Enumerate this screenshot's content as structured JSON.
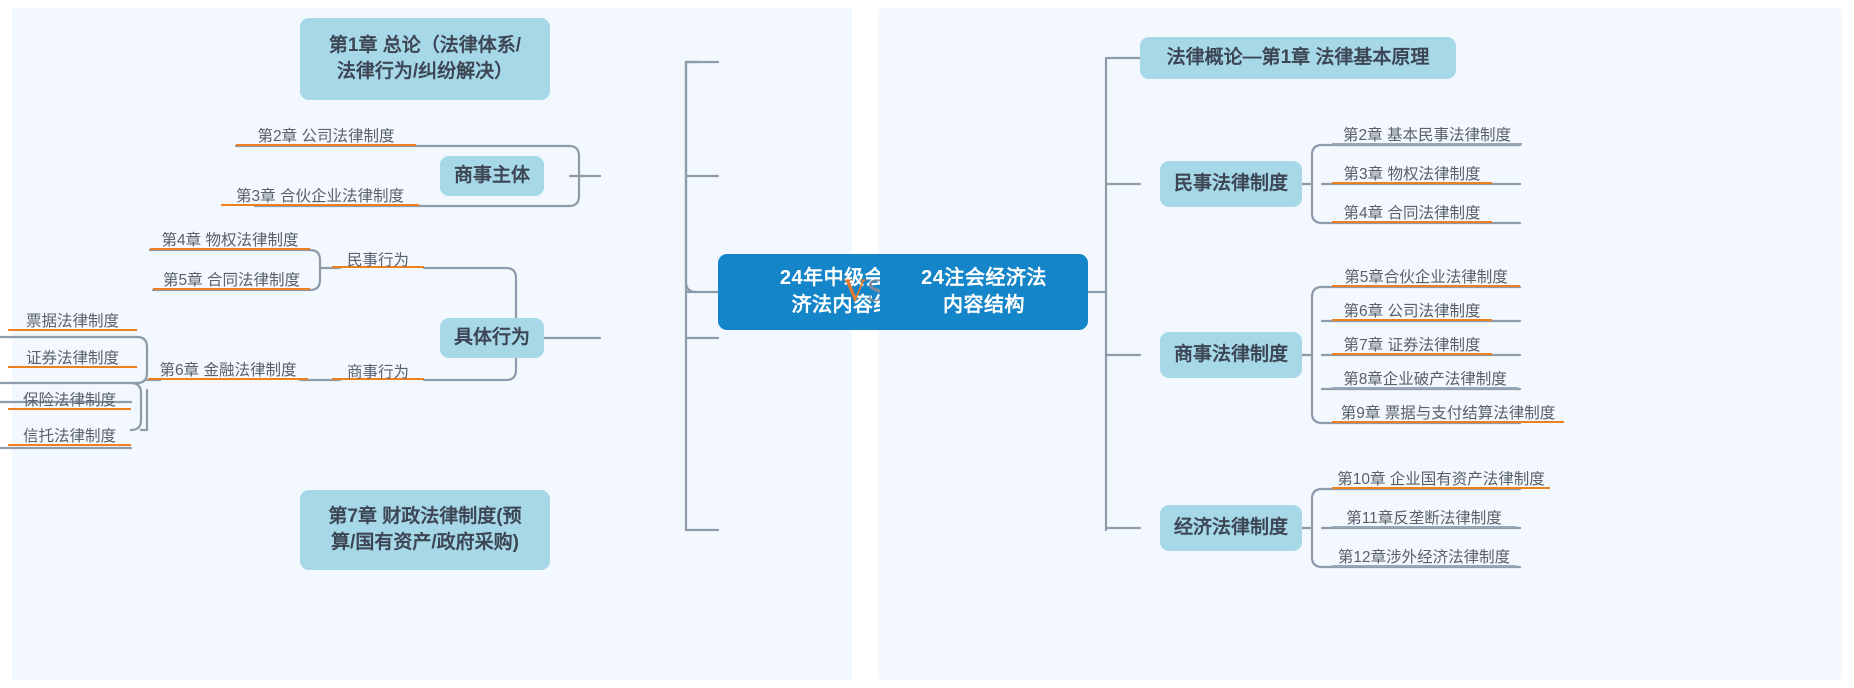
{
  "comparison": {
    "vs_label": "VS",
    "vs_v": "V",
    "vs_s": "S",
    "vs_color_v": "#e8792a",
    "vs_color_s": "#7f8b9c"
  },
  "colors": {
    "panel_bg": "#f2f8fd",
    "root_bg": "#1485c8",
    "root_text": "#ffffff",
    "branch_bg": "#a6d8e8",
    "branch_text": "#3d4654",
    "leaf_text": "#595f6b",
    "underline_orange": "#ef7f1f",
    "underline_gray": "#9aa7b6",
    "wire": "#8d9bab"
  },
  "left_map": {
    "root": "24年中级会计经\n济法内容结构",
    "branches": [
      {
        "id": "chapter1",
        "label": "第1章 总论（法律体系/\n法律行为/纠纷解决）",
        "type": "branch"
      },
      {
        "id": "commercial-subject",
        "label": "商事主体",
        "type": "branch",
        "leaves": [
          {
            "label": "第2章 公司法律制度",
            "underline": "orange"
          },
          {
            "label": "第3章 合伙企业法律制度",
            "underline": "orange"
          }
        ]
      },
      {
        "id": "concrete-act",
        "label": "具体行为",
        "type": "branch",
        "groups": [
          {
            "label": "民事行为",
            "underline": "orange",
            "leaves": [
              {
                "label": "第4章 物权法律制度",
                "underline": "orange"
              },
              {
                "label": "第5章 合同法律制度",
                "underline": "orange"
              }
            ]
          },
          {
            "label": "商事行为",
            "underline": "orange",
            "leaves": [
              {
                "label": "第6章 金融法律制度",
                "underline": "orange",
                "leaves": [
                  {
                    "label": "票据法律制度",
                    "underline": "orange"
                  },
                  {
                    "label": "证券法律制度",
                    "underline": "orange"
                  },
                  {
                    "label": "保险法律制度",
                    "underline": "orange"
                  },
                  {
                    "label": "信托法律制度",
                    "underline": "orange"
                  }
                ]
              }
            ]
          }
        ]
      },
      {
        "id": "chapter7",
        "label": "第7章 财政法律制度(预\n算/国有资产/政府采购)",
        "type": "branch"
      }
    ]
  },
  "right_map": {
    "root": "24注会经济法\n内容结构",
    "branches": [
      {
        "id": "law-intro",
        "label": "法律概论—第1章 法律基本原理",
        "type": "branch",
        "leaves": []
      },
      {
        "id": "civil-law",
        "label": "民事法律制度",
        "type": "branch",
        "leaves": [
          {
            "label": "第2章 基本民事法律制度",
            "underline": "gray"
          },
          {
            "label": "第3章 物权法律制度",
            "underline": "orange"
          },
          {
            "label": "第4章 合同法律制度",
            "underline": "orange"
          }
        ]
      },
      {
        "id": "commercial-law",
        "label": "商事法律制度",
        "type": "branch",
        "leaves": [
          {
            "label": "第5章合伙企业法律制度",
            "underline": "orange"
          },
          {
            "label": "第6章 公司法律制度",
            "underline": "orange"
          },
          {
            "label": "第7章 证券法律制度",
            "underline": "orange"
          },
          {
            "label": "第8章企业破产法律制度",
            "underline": "gray"
          },
          {
            "label": "第9章 票据与支付结算法律制度",
            "underline": "orange"
          }
        ]
      },
      {
        "id": "economic-law",
        "label": "经济法律制度",
        "type": "branch",
        "leaves": [
          {
            "label": "第10章 企业国有资产法律制度",
            "underline": "orange"
          },
          {
            "label": "第11章反垄断法律制度",
            "underline": "gray"
          },
          {
            "label": "第12章涉外经济法律制度",
            "underline": "gray"
          }
        ]
      }
    ]
  }
}
